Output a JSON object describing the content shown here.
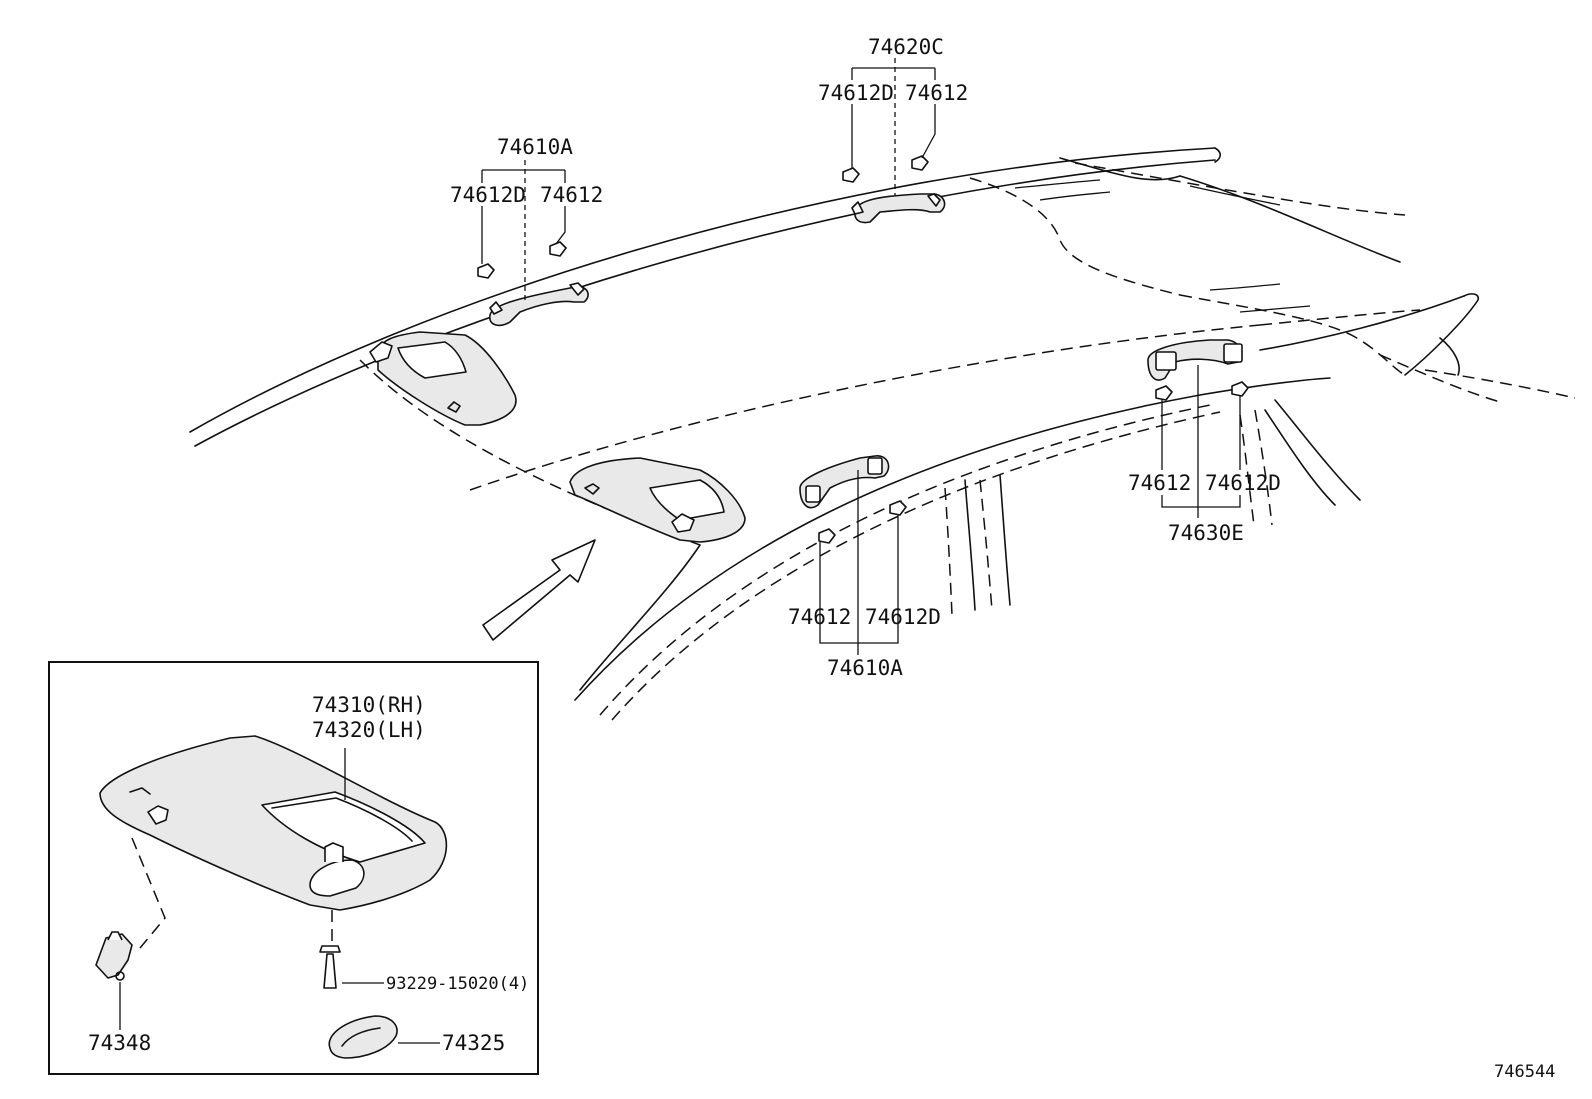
{
  "labels": {
    "top_grip_assy": "74620C",
    "top_clip_left": "74612D",
    "top_clip_right": "74612",
    "left_grip_assy": "74610A",
    "left_clip_left": "74612D",
    "left_clip_right": "74612",
    "center_clip_left": "74612",
    "center_clip_right": "74612D",
    "center_grip_assy": "74610A",
    "rear_clip_left": "74612",
    "rear_clip_right": "74612D",
    "rear_grip_assy": "74630E",
    "visor_rh": "74310(RH)",
    "visor_lh": "74320(LH)",
    "screw": "93229-15020(4)",
    "holder": "74348",
    "cover": "74325",
    "diagram_number": "746544"
  }
}
